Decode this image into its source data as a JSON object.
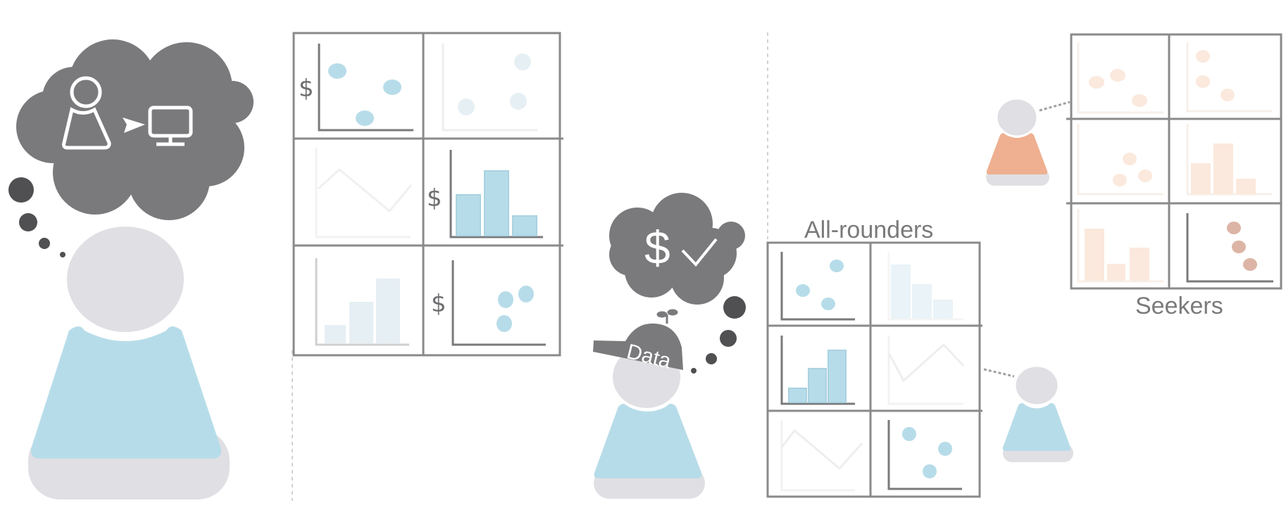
{
  "labels": {
    "all_rounders": "All-rounders",
    "seekers": "Seekers",
    "cap_text": "Data",
    "dollar": "$"
  },
  "colors": {
    "blue": "#b7dce9",
    "blue_faint": "#e6eff3",
    "orange": "#eeb090",
    "orange_faint": "#fbe9dd",
    "brown_faint": "#dcb5a6",
    "person_gray": "#e0dfe3",
    "cloud_gray": "#7a7a7c",
    "grid_gray": "#8a8a8a"
  },
  "icons": [
    "person-outline-icon",
    "arrow-icon",
    "monitor-icon",
    "dollar-icon",
    "checkmark-icon",
    "sprout-icon"
  ]
}
